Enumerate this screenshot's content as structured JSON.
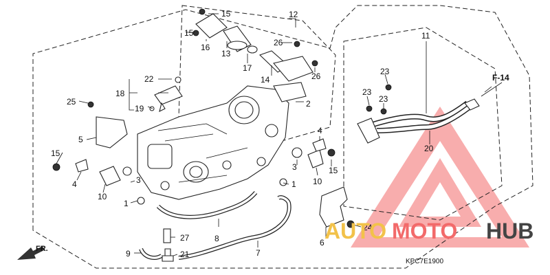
{
  "callouts": {
    "c1a": "1",
    "c1b": "1",
    "c2": "2",
    "c3a": "3",
    "c3b": "3",
    "c4a": "4",
    "c4b": "4",
    "c5": "5",
    "c6": "6",
    "c7": "7",
    "c8": "8",
    "c9": "9",
    "c10a": "10",
    "c10b": "10",
    "c11": "11",
    "c12": "12",
    "c13": "13",
    "c14": "14",
    "c15a": "15",
    "c15b": "15",
    "c15c": "15",
    "c15d": "15",
    "c16": "16",
    "c17": "17",
    "c18": "18",
    "c19": "19",
    "c20": "20",
    "c21": "21",
    "c22": "22",
    "c23a": "23",
    "c23b": "23",
    "c23c": "23",
    "c24": "24",
    "c25": "25",
    "c26a": "26",
    "c26b": "26",
    "c27": "27"
  },
  "reference": "F-14",
  "front_label": "FR.",
  "diagram_code": "KPC7E1900",
  "watermark": {
    "part1": "AUTO",
    "part2": "MOTO",
    "part3": "HUB",
    "color_a": "#f2c24a",
    "color_b": "#f26a6a",
    "color_c": "#444444"
  }
}
